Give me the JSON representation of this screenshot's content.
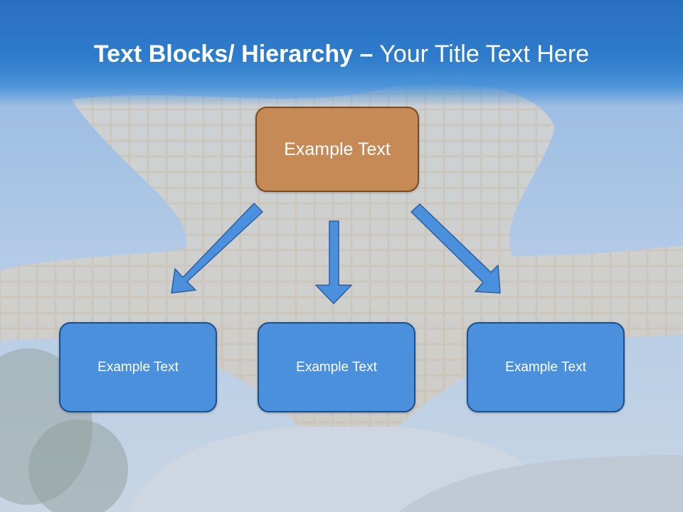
{
  "slide": {
    "title_bold": "Text Blocks/ Hierarchy",
    "title_separator": "–",
    "title_rest": "Your Title Text Here"
  },
  "hierarchy": {
    "root": {
      "label": "Example Text"
    },
    "children": [
      {
        "label": "Example Text"
      },
      {
        "label": "Example Text"
      },
      {
        "label": "Example Text"
      }
    ]
  },
  "colors": {
    "title_bar": "#2f7ccc",
    "root_box": "#c58a55",
    "child_box": "#4a90dc",
    "arrow": "#4a90dc"
  },
  "icons": [
    "arrow-down-left-icon",
    "arrow-down-icon",
    "arrow-down-right-icon"
  ]
}
